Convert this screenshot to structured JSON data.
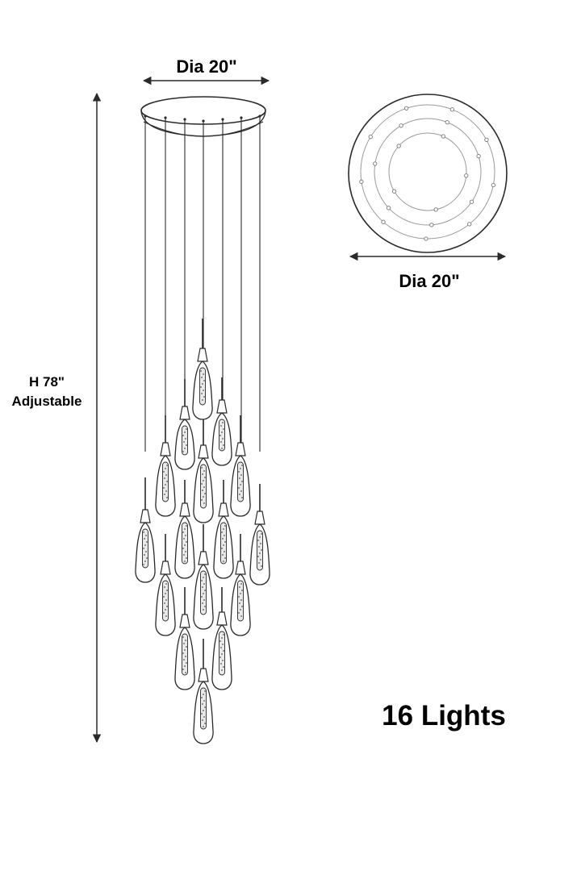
{
  "dimensions": {
    "canopy_diameter": "Dia 20\"",
    "plan_diameter": "Dia 20\"",
    "height_line1": "H 78\"",
    "height_line2": "Adjustable"
  },
  "light_count_label": "16 Lights",
  "colors": {
    "line": "#2a2a2a",
    "text": "#000000",
    "background": "#ffffff"
  }
}
